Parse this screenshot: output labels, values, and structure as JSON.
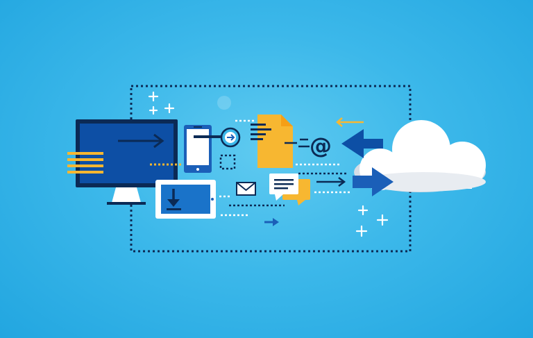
{
  "illustration": {
    "subject": "cloud-data-transfer",
    "elements": {
      "monitor": "desktop-monitor",
      "phone": "smartphone",
      "tablet": "tablet-with-download",
      "document": "yellow-document",
      "email": "email-at-sign",
      "envelope": "mail-envelope",
      "chat": "chat-bubbles",
      "cloud": "cloud"
    },
    "symbols": {
      "at_sign": "@"
    }
  },
  "colors": {
    "background": "#3cb8ea",
    "navy": "#0b2a55",
    "dark_blue": "#0d4fa5",
    "royal_blue": "#1b5fb8",
    "screen_blue": "#1a73c9",
    "yellow": "#f7b731",
    "white": "#ffffff",
    "cloud_shadow": "#d6dde6"
  }
}
